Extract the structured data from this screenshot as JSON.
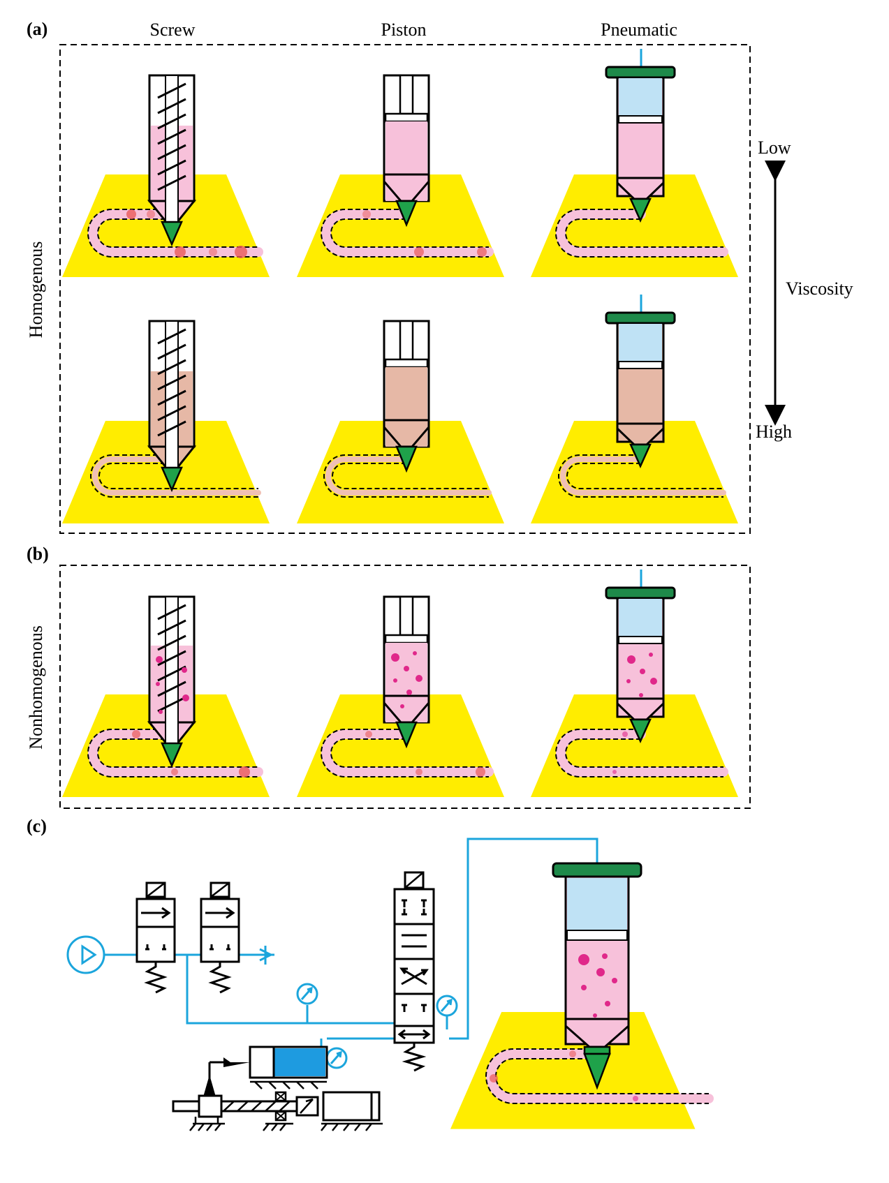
{
  "panels": {
    "a": {
      "label": "(a)"
    },
    "b": {
      "label": "(b)"
    },
    "c": {
      "label": "(c)"
    }
  },
  "columns": [
    "Screw",
    "Piston",
    "Pneumatic"
  ],
  "rows": {
    "homogenous": "Homogenous",
    "nonhomogenous": "Nonhomogenous"
  },
  "viscosity": {
    "low": "Low",
    "label": "Viscosity",
    "high": "High"
  },
  "colors": {
    "platform": "#ffed00",
    "ink_low": "#f7c1da",
    "ink_high": "#e6b8a6",
    "nozzle": "#1fa24a",
    "air": "#bfe2f5",
    "pneumatic_line": "#1ba5dc",
    "cap": "#1e8a4a",
    "particle": "#e0288a",
    "cylinder_blue": "#1e9be0"
  }
}
